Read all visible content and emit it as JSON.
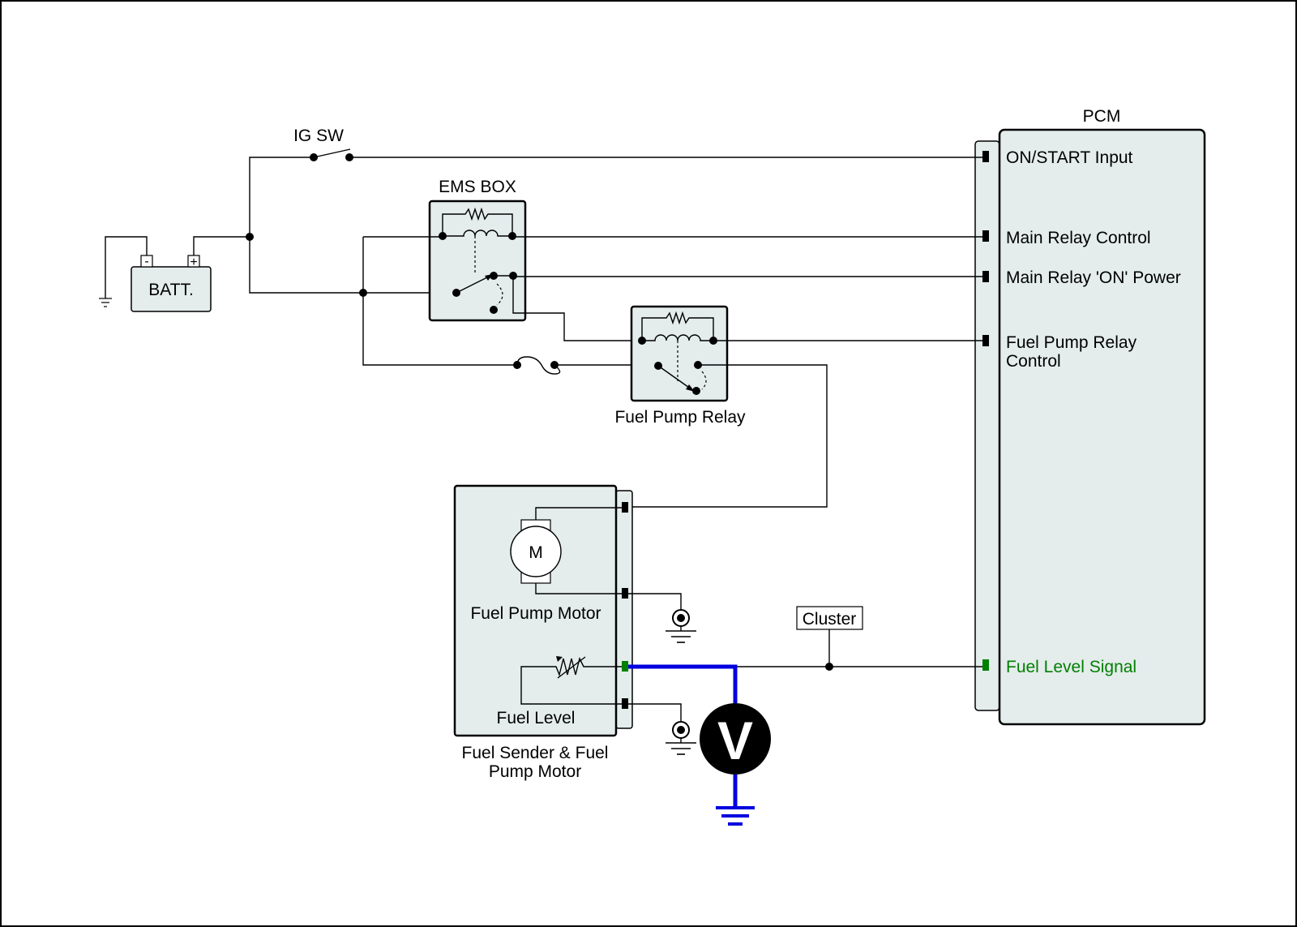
{
  "components": {
    "ig_sw": "IG SW",
    "ems_box": "EMS BOX",
    "battery": "BATT.",
    "battery_neg": "-",
    "battery_pos": "+",
    "fuel_pump_relay": "Fuel Pump Relay",
    "pcm": "PCM",
    "cluster": "Cluster",
    "motor_symbol": "M",
    "fuel_pump_motor": "Fuel Pump Motor",
    "fuel_level": "Fuel Level",
    "fuel_sender_line1": "Fuel Sender & Fuel",
    "fuel_sender_line2": "Pump Motor",
    "voltmeter": "V"
  },
  "pcm_pins": {
    "on_start": "ON/START Input",
    "main_relay_control": "Main Relay Control",
    "main_relay_on_power": "Main Relay 'ON' Power",
    "fuel_pump_relay_control_line1": "Fuel Pump Relay",
    "fuel_pump_relay_control_line2": "Control",
    "fuel_level_signal": "Fuel Level Signal"
  },
  "colors": {
    "measurement_wire": "#0000e0",
    "signal_text": "#008000",
    "box_fill": "#e4ecec"
  }
}
